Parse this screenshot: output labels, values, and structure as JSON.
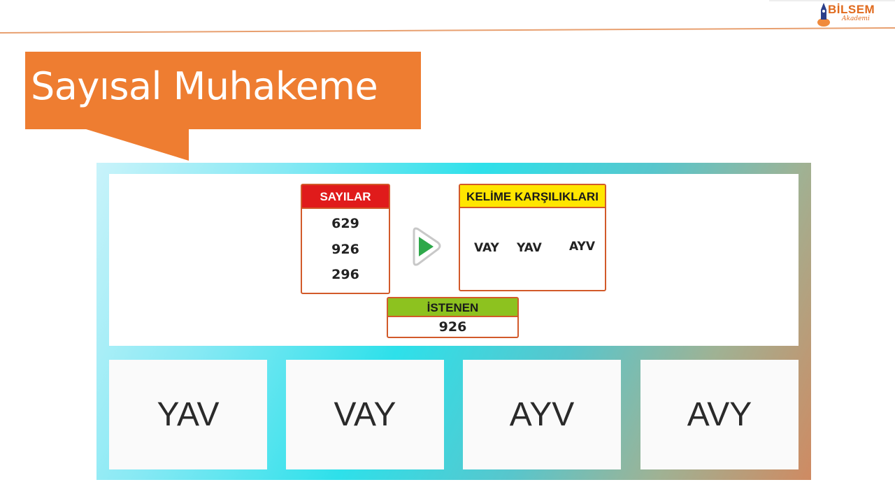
{
  "logo": {
    "word": "BİLSEM",
    "sub": "Akademi"
  },
  "title": "Sayısal Muhakeme",
  "puzzle": {
    "numbers_header": "SAYILAR",
    "numbers": [
      "629",
      "926",
      "296"
    ],
    "words_header": "KELİME KARŞILIKLARI",
    "words": [
      "VAY",
      "YAV",
      "AYV"
    ],
    "target_header": "İSTENEN",
    "target_value": "926"
  },
  "options": [
    "YAV",
    "VAY",
    "AYV",
    "AVY"
  ],
  "colors": {
    "accent": "#ee7d31",
    "numbers_header": "#e01b1b",
    "words_header": "#ffe600",
    "target_header": "#8dc21f",
    "arrow": "#2ea84a"
  }
}
